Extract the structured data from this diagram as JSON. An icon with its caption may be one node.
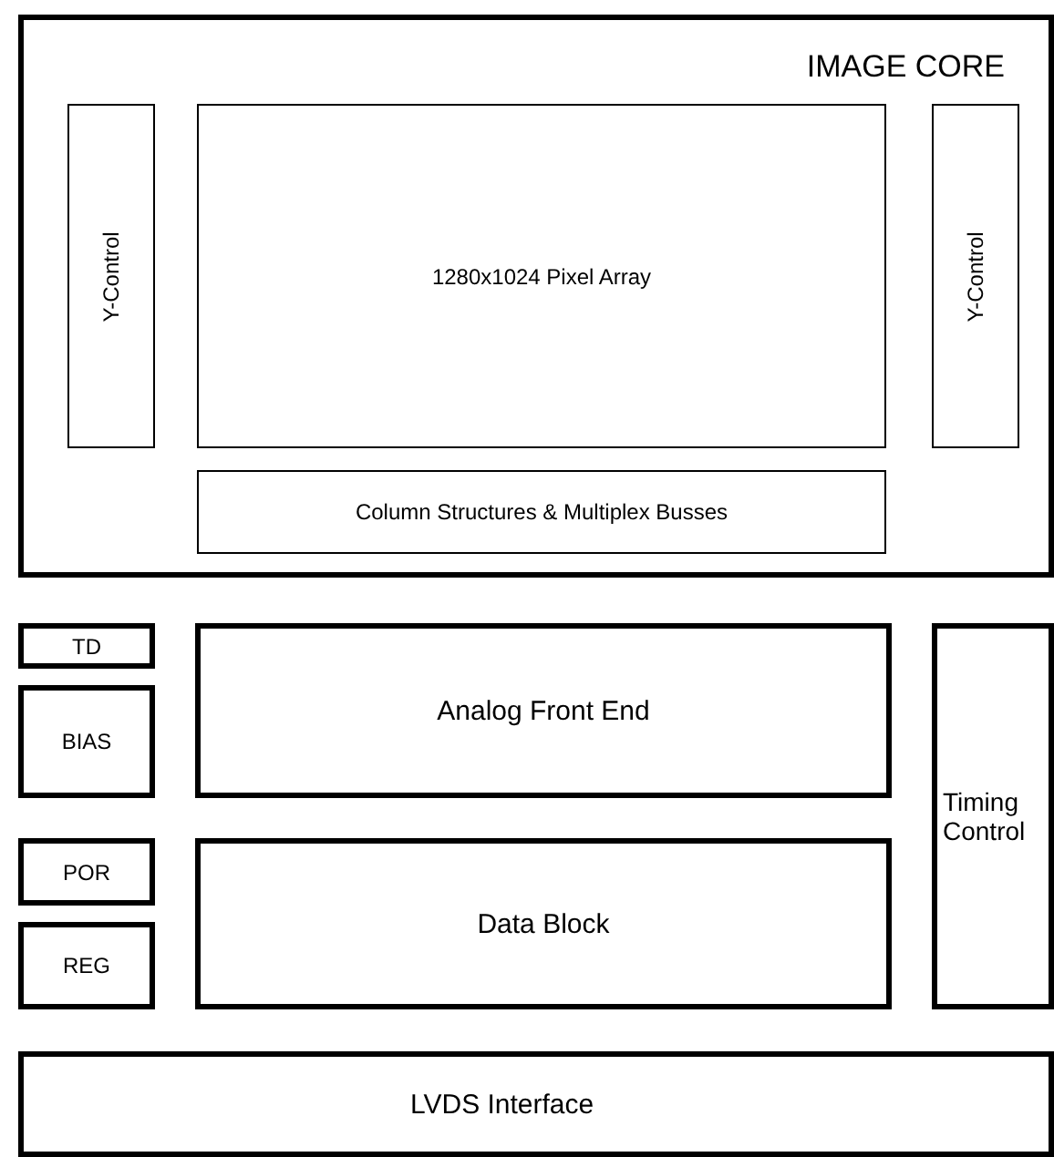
{
  "diagram": {
    "nodes": [
      {
        "text": [
          "IMAGE CORE"
        ]
      },
      {
        "text": [
          "Y-Control"
        ],
        "in": 0
      },
      {
        "text": [
          "1280x1024 Pixel Array"
        ],
        "in": 0
      },
      {
        "text": [
          "Y-Control"
        ],
        "in": 0
      },
      {
        "text": [
          "Column Structures & Multiplex Busses"
        ],
        "in": 0
      },
      {
        "text": [
          "TD"
        ]
      },
      {
        "text": [
          "BIAS"
        ]
      },
      {
        "text": [
          "Analog Front End"
        ]
      },
      {
        "text": [
          "Timing Control"
        ]
      },
      {
        "text": [
          "POR"
        ]
      },
      {
        "text": [
          "REG"
        ]
      },
      {
        "text": [
          "Data Block"
        ]
      },
      {
        "text": [
          "LVDS Interface"
        ]
      }
    ],
    "edges": []
  }
}
